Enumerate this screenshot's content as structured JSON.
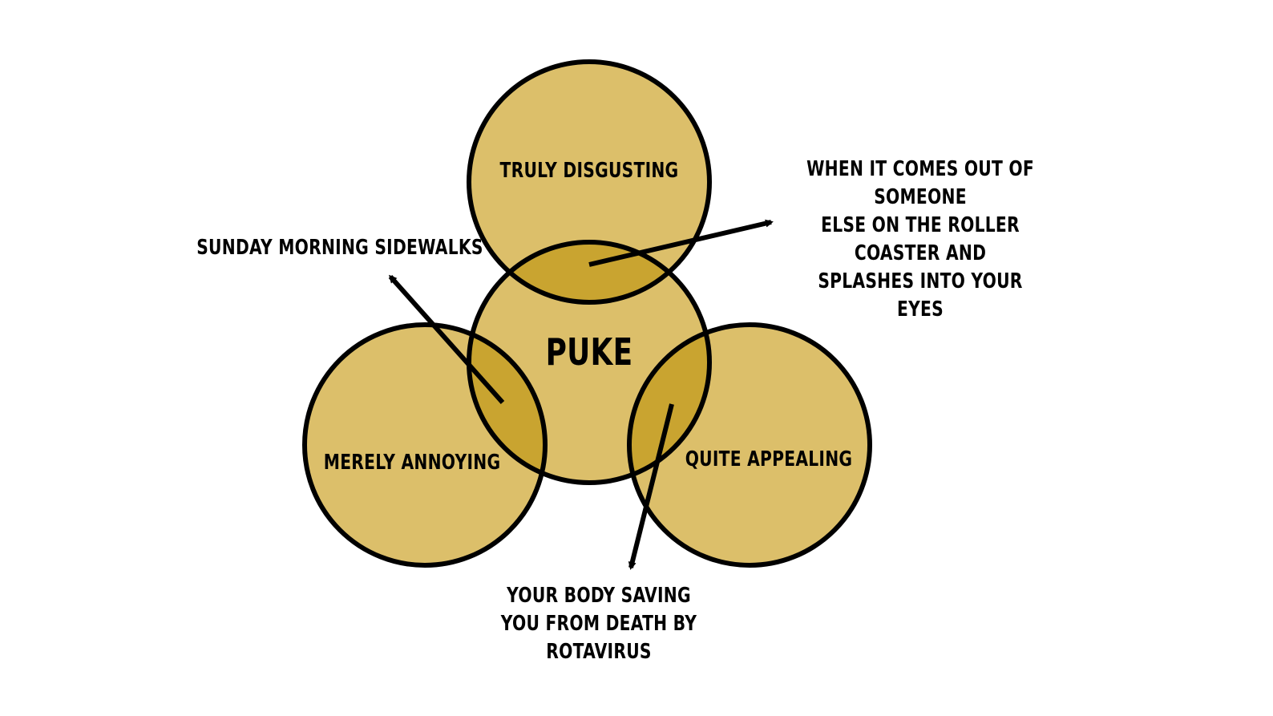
{
  "diagram": {
    "colors": {
      "circle_fill": "#dcbf6a",
      "overlap_fill": "#c9a430",
      "stroke": "#000000",
      "background": "#ffffff",
      "text": "#000000"
    },
    "circles": {
      "top": "TRULY DISGUSTING",
      "center": "PUKE",
      "left": "MERELY ANNOYING",
      "right": "QUITE APPEALING"
    },
    "annotations": {
      "top_center": "WHEN IT COMES OUT OF SOMEONE\nELSE ON THE ROLLER COASTER AND\nSPLASHES INTO YOUR EYES",
      "left_center": "SUNDAY MORNING SIDEWALKS",
      "right_center": "YOUR BODY SAVING\nYOU FROM DEATH BY ROTAVIRUS"
    }
  }
}
